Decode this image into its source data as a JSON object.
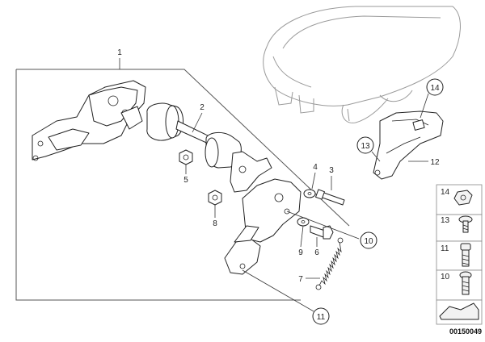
{
  "callouts": {
    "c1": "1",
    "c2": "2",
    "c3": "3",
    "c4": "4",
    "c5": "5",
    "c6": "6",
    "c7": "7",
    "c8": "8",
    "c9": "9",
    "c10": "10",
    "c11": "11",
    "c12": "12",
    "c13": "13",
    "c14": "14"
  },
  "legend": {
    "items": [
      {
        "label": "14",
        "icon": "clip-nut-icon"
      },
      {
        "label": "13",
        "icon": "screw-icon"
      },
      {
        "label": "11",
        "icon": "bolt-icon"
      },
      {
        "label": "10",
        "icon": "bolt-icon"
      }
    ]
  },
  "diagram_id": "00150049"
}
